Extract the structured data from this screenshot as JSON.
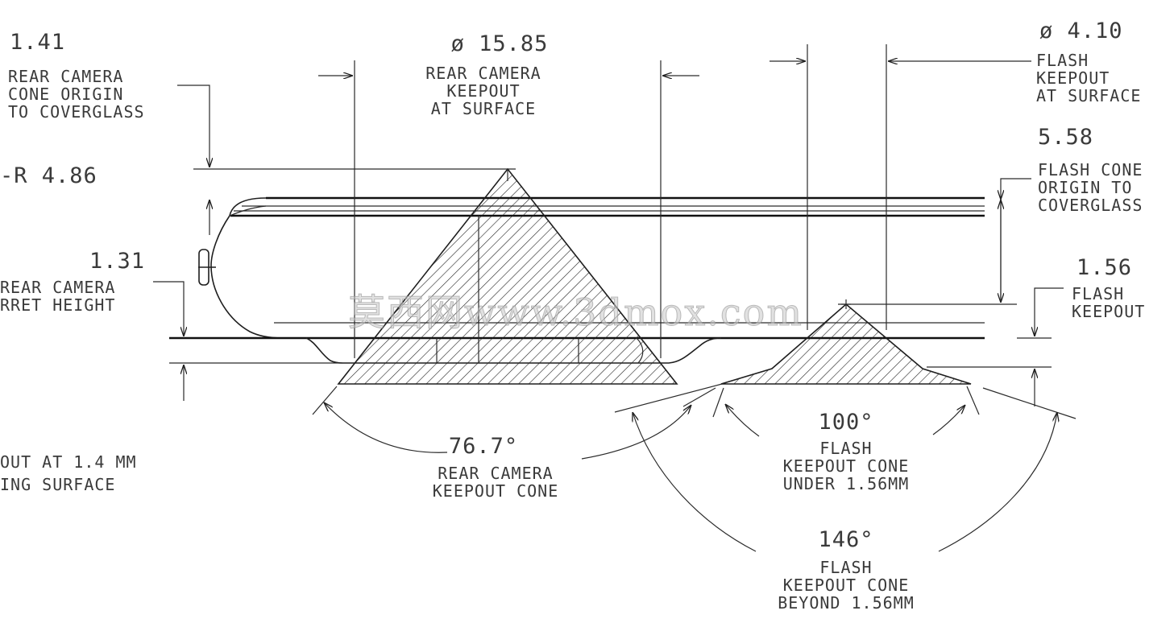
{
  "labels": {
    "rear_cone_origin_value": "1.41",
    "rear_cone_origin_text": [
      "REAR CAMERA",
      "CONE ORIGIN",
      "TO COVERGLASS"
    ],
    "radius_value": "-R 4.86",
    "turret_value": "1.31",
    "turret_text": [
      "REAR CAMERA",
      "RRET HEIGHT"
    ],
    "keepout_partial_text": [
      "OUT AT 1.4 MM",
      "ING SURFACE"
    ],
    "rear_keepout_surface_value": "ø 15.85",
    "rear_keepout_surface_text": [
      "REAR CAMERA",
      "KEEPOUT",
      "AT SURFACE"
    ],
    "rear_cone_angle_value": "76.7°",
    "rear_cone_angle_text": [
      "REAR CAMERA",
      "KEEPOUT CONE"
    ],
    "flash_surface_value": "ø 4.10",
    "flash_surface_text": [
      "FLASH",
      "KEEPOUT",
      "AT SURFACE"
    ],
    "flash_cone_origin_value": "5.58",
    "flash_cone_origin_text": [
      "FLASH CONE",
      "ORIGIN TO",
      "COVERGLASS"
    ],
    "flash_keepout_value": "1.56",
    "flash_keepout_text": [
      "FLASH",
      "KEEPOUT"
    ],
    "flash_cone_under_value": "100°",
    "flash_cone_under_text": [
      "FLASH",
      "KEEPOUT CONE",
      "UNDER 1.56MM"
    ],
    "flash_cone_beyond_value": "146°",
    "flash_cone_beyond_text": [
      "FLASH",
      "KEEPOUT CONE",
      "BEYOND 1.56MM"
    ]
  },
  "watermark": "莫西网www.3dmox.com",
  "colors": {
    "line": "#1e1e1e",
    "text": "#3a3a3a",
    "watermark": "#c8c8c8",
    "background": "#ffffff"
  }
}
